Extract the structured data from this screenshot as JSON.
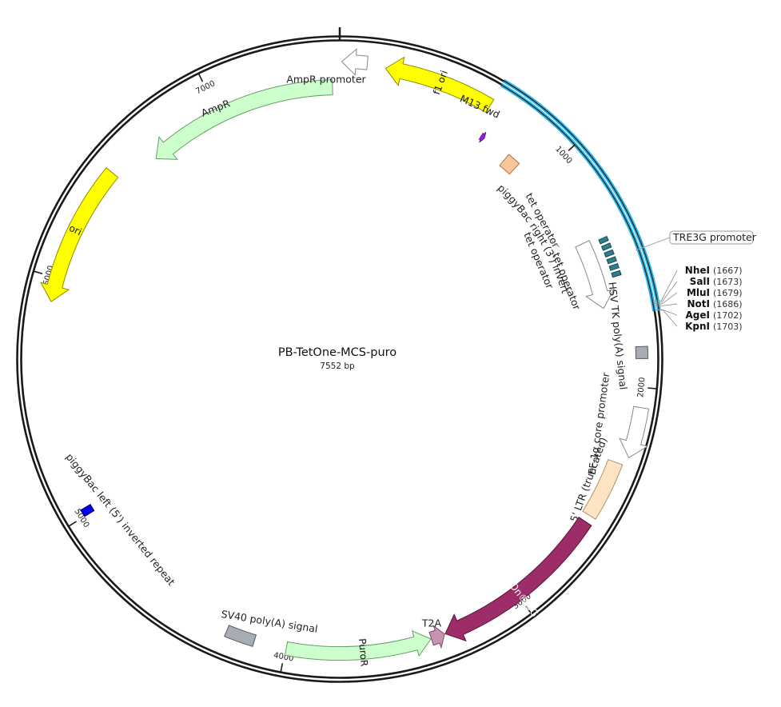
{
  "plasmid": {
    "name": "PB-TetOne-MCS-puro",
    "length_label": "7552 bp",
    "length": 7552
  },
  "ticks": [
    {
      "pos": 1000,
      "label": "1000"
    },
    {
      "pos": 2000,
      "label": "2000"
    },
    {
      "pos": 3000,
      "label": "3000"
    },
    {
      "pos": 4000,
      "label": "4000"
    },
    {
      "pos": 5000,
      "label": "5000"
    },
    {
      "pos": 6000,
      "label": "6000"
    },
    {
      "pos": 7000,
      "label": "7000"
    }
  ],
  "features": [
    {
      "id": "f1-ori",
      "label": "f1 ori",
      "shape": "arrow",
      "dir": -1,
      "start": 188,
      "end": 644,
      "color": "#ffff00",
      "stroke": "#8a8a00",
      "text_inside": true,
      "text_color": "#111111"
    },
    {
      "id": "m13-fwd",
      "label": "M13 fwd",
      "shape": "arrow-small",
      "dir": 1,
      "start": 680,
      "end": 697,
      "color": "#a020f0",
      "stroke": "#5a0a8a"
    },
    {
      "id": "piggybac-right",
      "label": "piggyBac right (3') inverted repeat",
      "shape": "box",
      "start": 830,
      "end": 893,
      "color": "#f9c69b",
      "stroke": "#b07a4a"
    },
    {
      "id": "tre3g-promoter",
      "label": "TRE3G promoter",
      "shape": "arrow",
      "dir": 1,
      "start": 1355,
      "end": 1660,
      "color": "#ffffff",
      "stroke": "#888888"
    },
    {
      "id": "tet-operator-1",
      "label": "tet operator",
      "shape": "box",
      "start": 1370,
      "end": 1388,
      "color": "#2d7e8e",
      "stroke": "#174a55"
    },
    {
      "id": "tet-operator-2",
      "label": "tet operator",
      "shape": "box",
      "start": 1400,
      "end": 1418,
      "color": "#2d7e8e",
      "stroke": "#174a55"
    },
    {
      "id": "tet-operator-3",
      "label": "tet operator",
      "shape": "box",
      "start": 1430,
      "end": 1448,
      "color": "#2d7e8e",
      "stroke": "#174a55"
    },
    {
      "id": "tet-operator-4",
      "label": "tet operator",
      "shape": "box",
      "start": 1460,
      "end": 1478,
      "color": "#2d7e8e",
      "stroke": "#174a55"
    },
    {
      "id": "tet-operator-5",
      "label": "tet operator",
      "shape": "box",
      "start": 1490,
      "end": 1508,
      "color": "#2d7e8e",
      "stroke": "#174a55"
    },
    {
      "id": "tet-operator-6",
      "label": "tet operator",
      "shape": "box",
      "start": 1520,
      "end": 1538,
      "color": "#2d7e8e",
      "stroke": "#174a55"
    },
    {
      "id": "hsv-tk-polya",
      "label": "HSV TK poly(A) signal",
      "shape": "box",
      "start": 1838,
      "end": 1886,
      "color": "#a8adb4",
      "stroke": "#555a60"
    },
    {
      "id": "ef1a-core-promoter",
      "label": "EF-1α core promoter",
      "shape": "arrow",
      "dir": 1,
      "start": 2080,
      "end": 2283,
      "color": "#ffffff",
      "stroke": "#888888"
    },
    {
      "id": "5-ltr",
      "label": "5' LTR (truncated)",
      "shape": "box",
      "start": 2318,
      "end": 2560,
      "color": "#ffe4c4",
      "stroke": "#b09070"
    },
    {
      "id": "tet-on-3g",
      "label": "Tet-On® 3G",
      "shape": "arrow",
      "dir": 1,
      "start": 2590,
      "end": 3335,
      "color": "#9c2d68",
      "stroke": "#5a1438",
      "text_inside": true,
      "text_color": "#ffffff"
    },
    {
      "id": "t2a",
      "label": "T2A",
      "shape": "arrow-small",
      "dir": -1,
      "start": 3338,
      "end": 3395,
      "color": "#c794b0",
      "stroke": "#7a4d68"
    },
    {
      "id": "puror",
      "label": "PuroR",
      "shape": "arrow",
      "dir": -1,
      "start": 3397,
      "end": 3996,
      "color": "#ccffcc",
      "stroke": "#6a9a6a",
      "text_inside": true,
      "text_color": "#111111"
    },
    {
      "id": "sv40-polya",
      "label": "SV40 poly(A) signal",
      "shape": "box",
      "start": 4130,
      "end": 4250,
      "color": "#a8adb4",
      "stroke": "#555a60"
    },
    {
      "id": "piggybac-left",
      "label": "piggyBac left (5') inverted repeat",
      "shape": "box",
      "start": 5000,
      "end": 5030,
      "color": "#0000ee",
      "stroke": "#000066"
    },
    {
      "id": "ori",
      "label": "ori",
      "shape": "arrow",
      "dir": -1,
      "start": 5900,
      "end": 6489,
      "color": "#ffff00",
      "stroke": "#8a8a00",
      "text_inside": true,
      "text_color": "#111111"
    },
    {
      "id": "ampr",
      "label": "AmpR",
      "shape": "arrow",
      "dir": -1,
      "start": 6660,
      "end": 7520,
      "color": "#ccffcc",
      "stroke": "#6a9a6a"
    },
    {
      "id": "ampr-promoter",
      "label": "AmpR promoter",
      "shape": "arrow",
      "dir": -1,
      "start": 8,
      "end": 112,
      "color": "#ffffff",
      "stroke": "#888888"
    }
  ],
  "sites": [
    {
      "name": "NheI",
      "pos_label": "(1667)",
      "pos": 1667
    },
    {
      "name": "SalI",
      "pos_label": "(1673)",
      "pos": 1673
    },
    {
      "name": "MluI",
      "pos_label": "(1679)",
      "pos": 1679
    },
    {
      "name": "NotI",
      "pos_label": "(1686)",
      "pos": 1686
    },
    {
      "name": "AgeI",
      "pos_label": "(1702)",
      "pos": 1702
    },
    {
      "name": "KpnI",
      "pos_label": "(1703)",
      "pos": 1703
    }
  ],
  "highlight": {
    "start": 640,
    "end": 1706,
    "color": "#29b6e8"
  }
}
